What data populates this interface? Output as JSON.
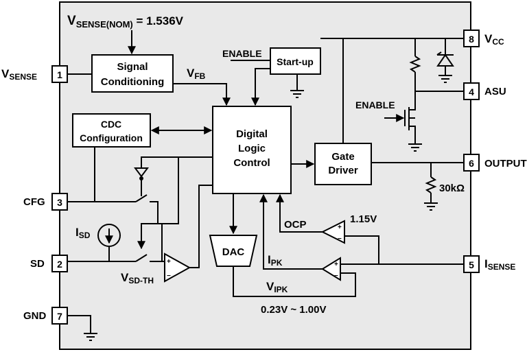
{
  "labels": {
    "vsense_nom_main": "V",
    "vsense_nom_sub": "SENSE(NOM)",
    "vsense_nom_value": " = 1.536V",
    "signal_conditioning_1": "Signal",
    "signal_conditioning_2": "Conditioning",
    "vfb_main": "V",
    "vfb_sub": "FB",
    "enable_top": "ENABLE",
    "startup": "Start-up",
    "cdc_1": "CDC",
    "cdc_2": "Configuration",
    "digital_1": "Digital",
    "digital_2": "Logic",
    "digital_3": "Control",
    "gate_1": "Gate",
    "gate_2": "Driver",
    "enable_right": "ENABLE",
    "resistor_value": "30kΩ",
    "isd_main": "I",
    "isd_sub": "SD",
    "vsdth_main": "V",
    "vsdth_sub": "SD-TH",
    "dac": "DAC",
    "ocp": "OCP",
    "ocp_ref": "1.15V",
    "ipk_main": "I",
    "ipk_sub": "PK",
    "vipk_main": "V",
    "vipk_sub": "IPK",
    "range": "0.23V ~ 1.00V",
    "plus": "+",
    "minus": "−"
  },
  "pins": {
    "p1_num": "1",
    "p1_main": "V",
    "p1_sub": "SENSE",
    "p3_num": "3",
    "p3_name": "CFG",
    "p2_num": "2",
    "p2_name": "SD",
    "p7_num": "7",
    "p7_name": "GND",
    "p8_num": "8",
    "p8_main": "V",
    "p8_sub": "CC",
    "p4_num": "4",
    "p4_name": "ASU",
    "p6_num": "6",
    "p6_name": "OUTPUT",
    "p5_num": "5",
    "p5_main": "I",
    "p5_sub": "SENSE"
  }
}
